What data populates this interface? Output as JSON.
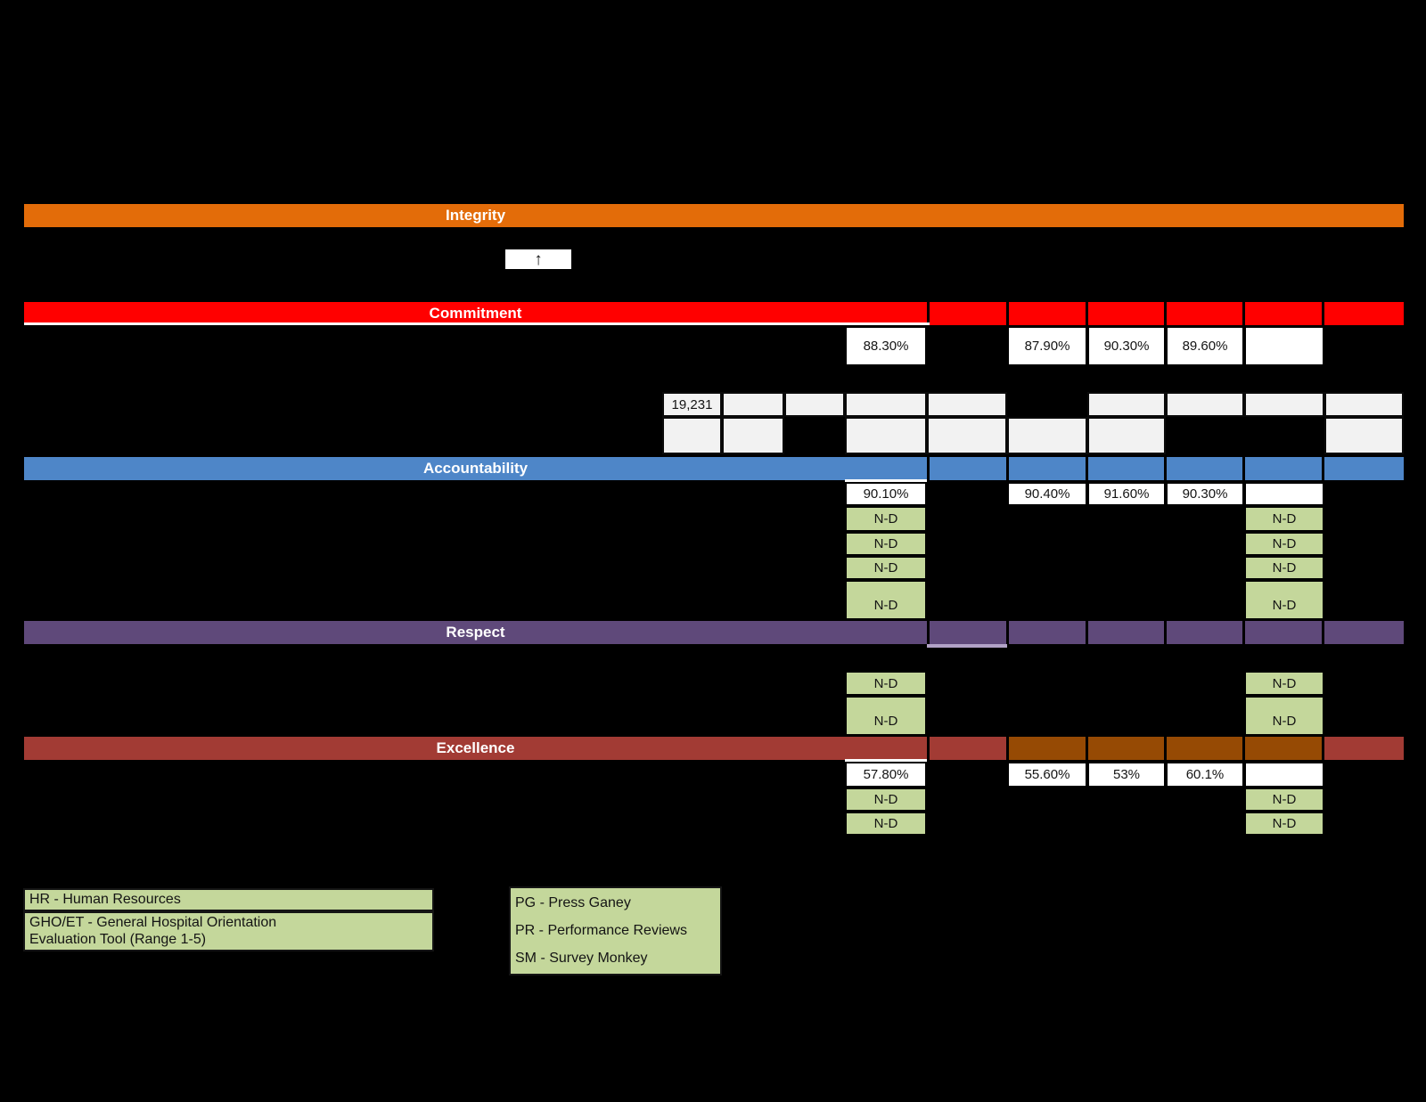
{
  "title_bars": {
    "integrity": "Integrity",
    "commitment": "Commitment",
    "accountability": "Accountability",
    "respect": "Respect",
    "excellence": "Excellence"
  },
  "arrow_up": "↑",
  "commitment_values": {
    "col1": "88.30%",
    "col2": "87.90%",
    "col3": "90.30%",
    "col4": "89.60%",
    "col5": ""
  },
  "count_row": {
    "value": "19,231"
  },
  "accountability_values": {
    "col1": "90.10%",
    "col2": "90.40%",
    "col3": "91.60%",
    "col4": "90.30%",
    "col5": ""
  },
  "excellence_values": {
    "col1": "57.80%",
    "col2": "55.60%",
    "col3": "53%",
    "col4": "60.1%",
    "col5": ""
  },
  "nd": "N-D",
  "legend_left": [
    "HR - Human Resources",
    "GHO/ET - General Hospital Orientation",
    "Evaluation Tool (Range 1-5)"
  ],
  "legend_right": [
    "PG - Press Ganey",
    "PR - Performance Reviews",
    "SM - Survey Monkey"
  ],
  "colors": {
    "background": "#000000",
    "integrity_bar": "#E36C09",
    "commitment_bar": "#FF0000",
    "accountability_bar": "#4E86C8",
    "respect_bar": "#5F497A",
    "respect_accent_strip": "#B2A2C7",
    "excellence_bar": "#A23B34",
    "excellence_bar_accent": "#964A04",
    "nd_cell": "#C4D79B",
    "empty_cell": "#F2F2F2",
    "value_cell": "#FFFFFF",
    "bar_label_text": "#FFFFFF",
    "cell_text": "#141414"
  }
}
